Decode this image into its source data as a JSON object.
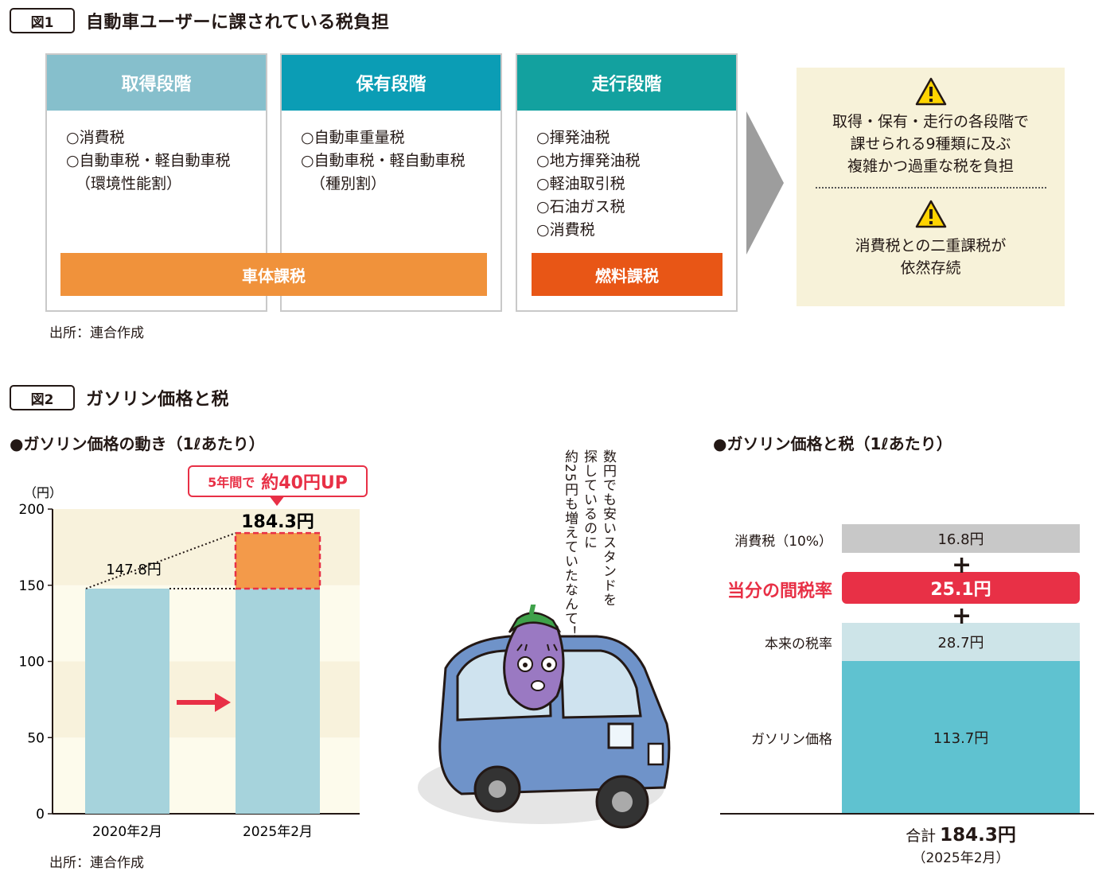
{
  "fig1": {
    "tag": "図1",
    "title": "自動車ユーザーに課されている税負担",
    "stages": [
      {
        "name": "取得段階",
        "color": "#86bfcc",
        "items": [
          "○消費税",
          "○自動車税・軽自動車税",
          "（環境性能割）"
        ]
      },
      {
        "name": "保有段階",
        "color": "#0b9db5",
        "items": [
          "○自動車重量税",
          "○自動車税・軽自動車税",
          "（種別割）"
        ]
      },
      {
        "name": "走行段階",
        "color": "#13a19f",
        "items": [
          "○揮発油税",
          "○地方揮発油税",
          "○軽油取引税",
          "○石油ガス税",
          "○消費税"
        ]
      }
    ],
    "band_body": {
      "label": "車体課税",
      "color": "#f0923b"
    },
    "band_fuel": {
      "label": "燃料課税",
      "color": "#e85616"
    },
    "summary": {
      "text1": [
        "取得・保有・走行の各段階で",
        "課せられる9種類に及ぶ",
        "複雑かつ過重な税を負担"
      ],
      "text2": [
        "消費税との二重課税が",
        "依然存続"
      ]
    },
    "source": "出所：連合作成"
  },
  "fig2": {
    "tag": "図2",
    "title": "ガソリン価格と税",
    "left_title": "●ガソリン価格の動き（1ℓあたり）",
    "right_title": "●ガソリン価格と税（1ℓあたり）",
    "callout_small": "5年間で",
    "callout_big": "約40円UP",
    "speech": [
      "数円でも安いスタンドを",
      "探しているのに",
      "約25円も増えていたなんて！"
    ],
    "source": "出所：連合作成",
    "total_label": "合計",
    "total_value": "184.3円",
    "total_date": "（2025年2月）"
  },
  "chart_data": [
    {
      "type": "bar",
      "title": "ガソリン価格の動き（1ℓあたり）",
      "ylabel": "（円）",
      "categories": [
        "2020年2月",
        "2025年2月"
      ],
      "values": [
        147.8,
        184.3
      ],
      "value_labels": [
        "147.8円",
        "184.3円"
      ],
      "ylim": [
        0,
        200
      ],
      "yticks": [
        0,
        50,
        100,
        150,
        200
      ],
      "colors": {
        "bar": "#a6d3dc",
        "increase": "#f39a4a",
        "increase_border": "#e83046",
        "arrow": "#e83046"
      }
    },
    {
      "type": "bar",
      "title": "ガソリン価格と税（1ℓあたり）",
      "stacked": true,
      "categories": [
        "2025年2月"
      ],
      "series": [
        {
          "name": "ガソリン価格",
          "values": [
            113.7
          ],
          "label": "113.7円",
          "color": "#5fc2d0"
        },
        {
          "name": "本来の税率",
          "values": [
            28.7
          ],
          "label": "28.7円",
          "color": "#cde4e8"
        },
        {
          "name": "当分の間税率",
          "values": [
            25.1
          ],
          "label": "25.1円",
          "color": "#e83046"
        },
        {
          "name": "消費税（10%）",
          "values": [
            16.8
          ],
          "label": "16.8円",
          "color": "#c8c8c8"
        }
      ],
      "total": 184.3
    }
  ]
}
